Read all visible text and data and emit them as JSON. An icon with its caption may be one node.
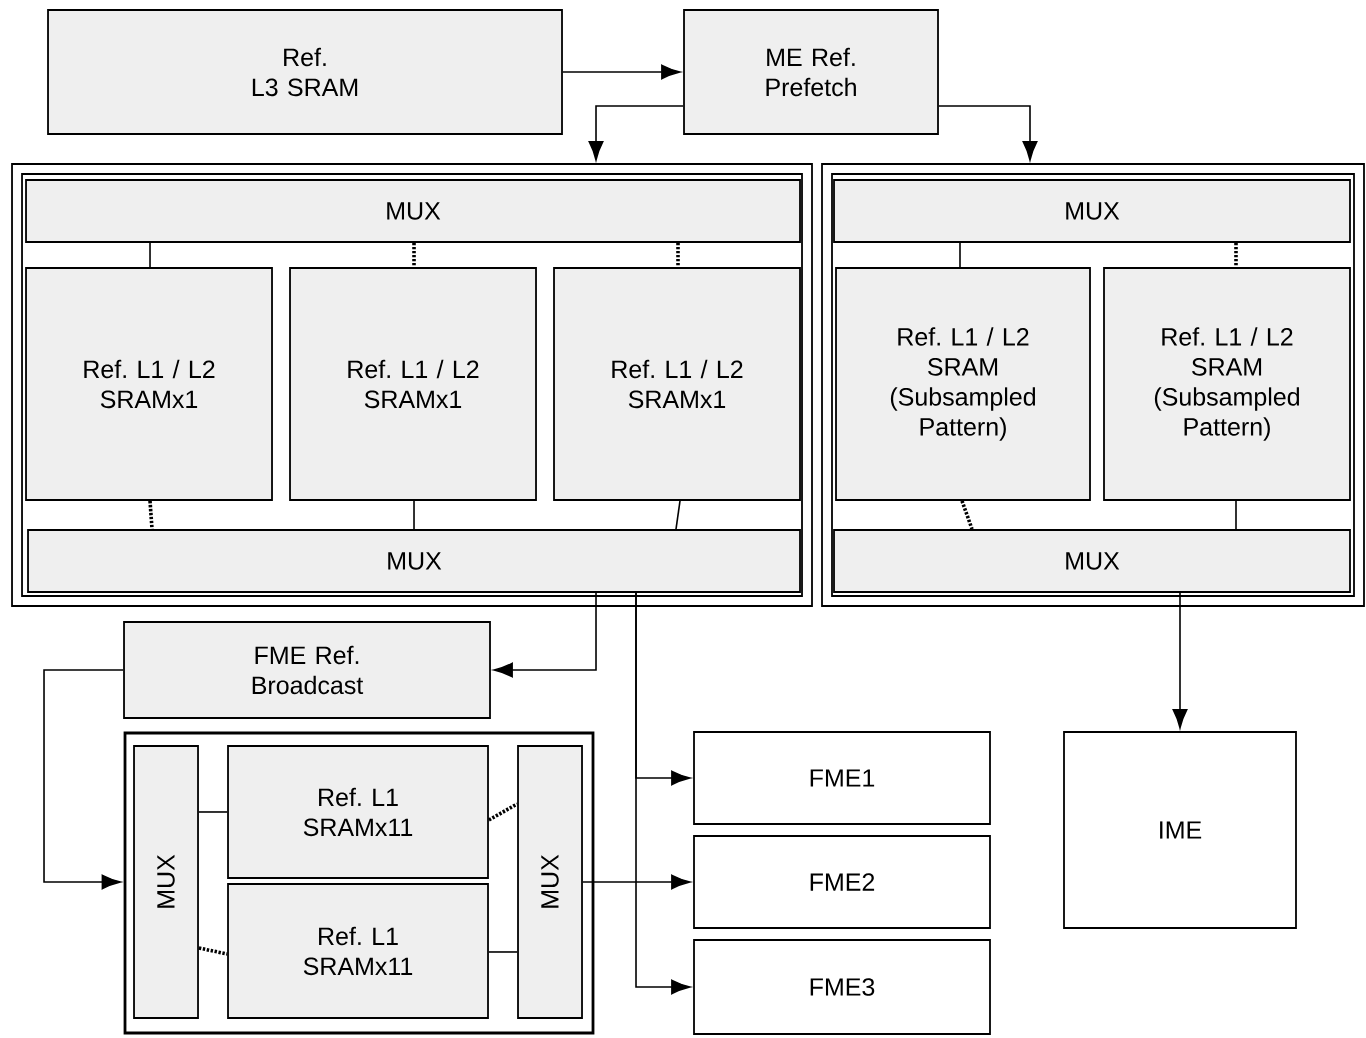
{
  "diagram": {
    "nodes": [
      {
        "text": [
          "Ref. L3 SRAM"
        ]
      },
      {
        "text": [
          "ME Ref. Prefetch"
        ]
      },
      {
        "text": [],
        "shape": "box"
      },
      {
        "text": [
          "MUX"
        ],
        "in": 2
      },
      {
        "text": [
          "Ref. L1 / L2 SRAMx1"
        ],
        "in": 2
      },
      {
        "text": [
          "Ref. L1 / L2 SRAMx1"
        ],
        "in": 2
      },
      {
        "text": [
          "Ref. L1 / L2 SRAMx1"
        ],
        "in": 2
      },
      {
        "text": [
          "MUX"
        ],
        "in": 2
      },
      {
        "text": [],
        "shape": "box"
      },
      {
        "text": [
          "MUX"
        ],
        "in": 8
      },
      {
        "text": [
          "Ref. L1 / L2 SRAM (Subsampled Pattern)"
        ],
        "in": 8
      },
      {
        "text": [
          "Ref. L1 / L2 SRAM (Subsampled Pattern)"
        ],
        "in": 8
      },
      {
        "text": [
          "MUX"
        ],
        "in": 8
      },
      {
        "text": [
          "FME Ref. Broadcast"
        ]
      },
      {
        "text": [],
        "shape": "box"
      },
      {
        "text": [
          "MUX"
        ],
        "in": 14
      },
      {
        "text": [
          "Ref. L1 SRAMx11"
        ],
        "in": 14
      },
      {
        "text": [
          "Ref. L1 SRAMx11"
        ],
        "in": 14
      },
      {
        "text": [
          "MUX"
        ],
        "in": 14
      },
      {
        "text": [
          "FME1"
        ]
      },
      {
        "text": [
          "FME2"
        ]
      },
      {
        "text": [
          "FME3"
        ]
      },
      {
        "text": [
          "IME"
        ]
      }
    ],
    "edges": [
      {
        "from": 0,
        "to": 1,
        "arrow": "to"
      },
      {
        "from": 1,
        "to": 2,
        "arrow": "to"
      },
      {
        "from": 1,
        "to": 8,
        "arrow": "to"
      },
      {
        "from": 3,
        "to": 4,
        "arrow": "none"
      },
      {
        "from": 3,
        "to": 5,
        "arrow": "none",
        "style": "dashed"
      },
      {
        "from": 3,
        "to": 6,
        "arrow": "none",
        "style": "dashed"
      },
      {
        "from": 4,
        "to": 7,
        "arrow": "none",
        "style": "dashed"
      },
      {
        "from": 5,
        "to": 7,
        "arrow": "none"
      },
      {
        "from": 6,
        "to": 7,
        "arrow": "none"
      },
      {
        "from": 9,
        "to": 10,
        "arrow": "none"
      },
      {
        "from": 9,
        "to": 11,
        "arrow": "none",
        "style": "dashed"
      },
      {
        "from": 10,
        "to": 12,
        "arrow": "none",
        "style": "dashed"
      },
      {
        "from": 11,
        "to": 12,
        "arrow": "none"
      },
      {
        "from": 7,
        "to": 13,
        "arrow": "to"
      },
      {
        "from": 7,
        "to": 19,
        "arrow": "to"
      },
      {
        "from": 18,
        "to": 20,
        "arrow": "to"
      },
      {
        "from": 7,
        "to": 21,
        "arrow": "to"
      },
      {
        "from": 12,
        "to": 22,
        "arrow": "to"
      },
      {
        "from": 13,
        "to": 14,
        "arrow": "to"
      },
      {
        "from": 15,
        "to": 16,
        "arrow": "none"
      },
      {
        "from": 15,
        "to": 17,
        "arrow": "none",
        "style": "dashed"
      },
      {
        "from": 16,
        "to": 18,
        "arrow": "none",
        "style": "dashed"
      },
      {
        "from": 17,
        "to": 18,
        "arrow": "none"
      }
    ]
  }
}
